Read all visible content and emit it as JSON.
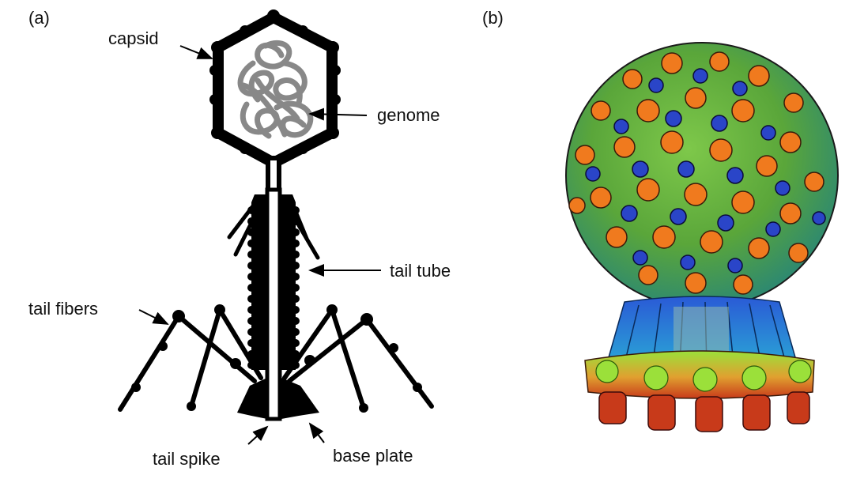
{
  "panels": {
    "a": {
      "label": "(a)"
    },
    "b": {
      "label": "(b)"
    }
  },
  "labels": {
    "capsid": "capsid",
    "genome": "genome",
    "tail_tube": "tail tube",
    "tail_fibers": "tail fibers",
    "tail_spike": "tail spike",
    "base_plate": "base plate"
  },
  "colors": {
    "ink": "#000000",
    "genome": "#8a8a8a",
    "capsid_orange": "#f07a1e",
    "capsid_green": "#6fbf3a",
    "capsid_blue": "#2a45c8",
    "capsid_teal": "#1aa0a0",
    "tail_blue": "#2a8fd6",
    "base_green": "#8fd63a",
    "base_red": "#d43a1a"
  }
}
